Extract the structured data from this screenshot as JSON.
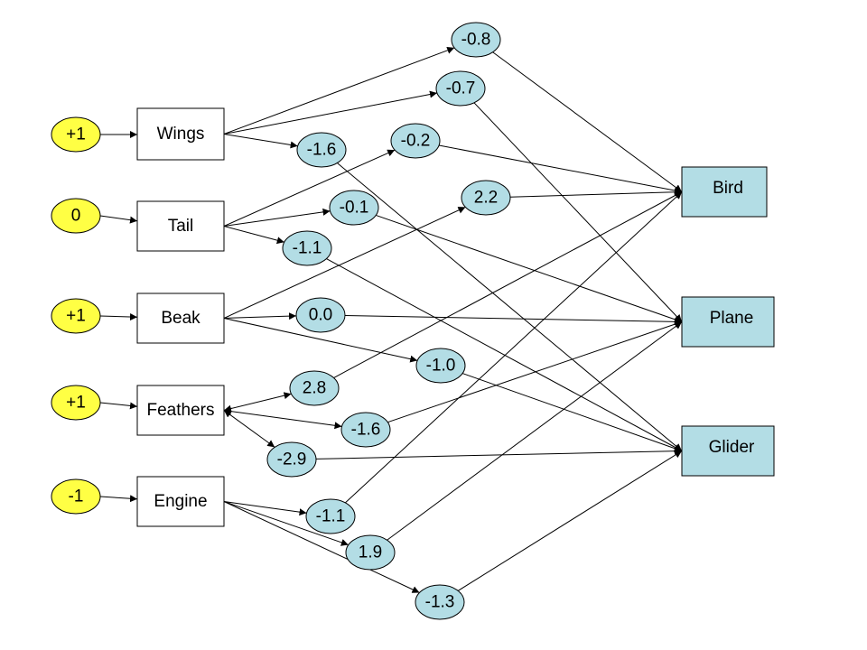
{
  "colors": {
    "input_fill": "#ffff44",
    "node_fill": "#b3dde5",
    "weight_fill": "#b3dde5",
    "stroke": "#000000"
  },
  "inputs": [
    {
      "id": "in-wings",
      "label": "+1"
    },
    {
      "id": "in-tail",
      "label": "0"
    },
    {
      "id": "in-beak",
      "label": "+1"
    },
    {
      "id": "in-feathers",
      "label": "+1"
    },
    {
      "id": "in-engine",
      "label": "-1"
    }
  ],
  "features": [
    {
      "id": "wings",
      "label": "Wings"
    },
    {
      "id": "tail",
      "label": "Tail"
    },
    {
      "id": "beak",
      "label": "Beak"
    },
    {
      "id": "feathers",
      "label": "Feathers"
    },
    {
      "id": "engine",
      "label": "Engine"
    }
  ],
  "outputs": [
    {
      "id": "bird",
      "label": "Bird"
    },
    {
      "id": "plane",
      "label": "Plane"
    },
    {
      "id": "glider",
      "label": "Glider"
    }
  ],
  "weights": [
    {
      "id": "w-wings-bird",
      "label": "-0.8",
      "from": "wings",
      "to": "bird"
    },
    {
      "id": "w-wings-plane",
      "label": "-0.7",
      "from": "wings",
      "to": "plane"
    },
    {
      "id": "w-wings-glider",
      "label": "-1.6",
      "from": "wings",
      "to": "glider"
    },
    {
      "id": "w-tail-bird",
      "label": "-0.2",
      "from": "tail",
      "to": "bird"
    },
    {
      "id": "w-tail-plane",
      "label": "-0.1",
      "from": "tail",
      "to": "plane"
    },
    {
      "id": "w-tail-glider",
      "label": "-1.1",
      "from": "tail",
      "to": "glider"
    },
    {
      "id": "w-beak-bird",
      "label": "2.2",
      "from": "beak",
      "to": "bird"
    },
    {
      "id": "w-beak-plane",
      "label": "0.0",
      "from": "beak",
      "to": "plane"
    },
    {
      "id": "w-beak-glider",
      "label": "-1.0",
      "from": "beak",
      "to": "glider"
    },
    {
      "id": "w-feathers-bird",
      "label": "2.8",
      "from": "feathers",
      "to": "bird"
    },
    {
      "id": "w-feathers-plane",
      "label": "-1.6",
      "from": "feathers",
      "to": "plane"
    },
    {
      "id": "w-feathers-glider",
      "label": "-2.9",
      "from": "feathers",
      "to": "glider"
    },
    {
      "id": "w-engine-bird",
      "label": "-1.1",
      "from": "engine",
      "to": "bird"
    },
    {
      "id": "w-engine-plane",
      "label": "1.9",
      "from": "engine",
      "to": "plane"
    },
    {
      "id": "w-engine-glider",
      "label": "-1.3",
      "from": "engine",
      "to": "glider"
    }
  ]
}
